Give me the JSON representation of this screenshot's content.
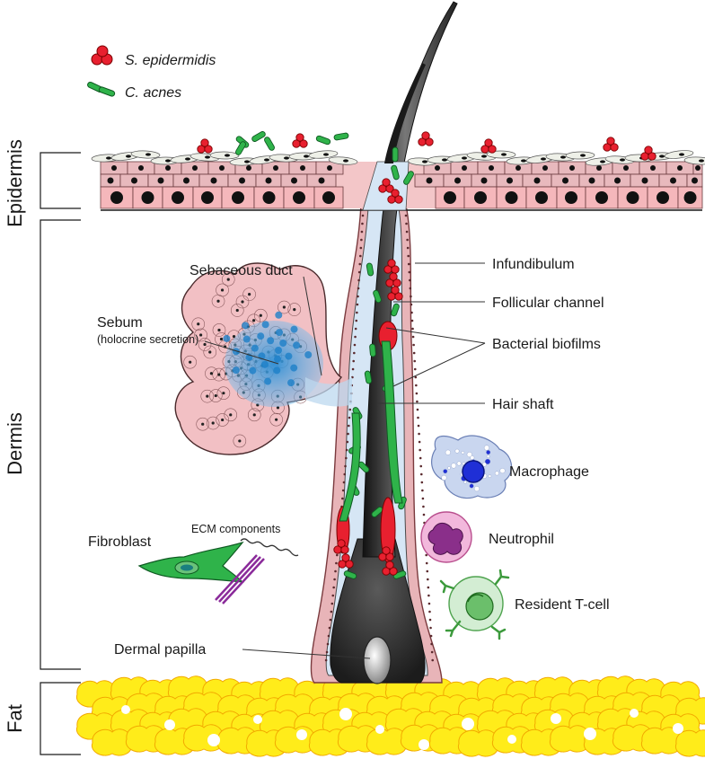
{
  "legend": {
    "s_epidermidis": "S. epidermidis",
    "c_acnes": "C. acnes"
  },
  "layers": {
    "epidermis": "Epidermis",
    "dermis": "Dermis",
    "fat": "Fat"
  },
  "labels": {
    "sebaceous_duct": "Sebaceous duct",
    "sebum": "Sebum",
    "holocrine": "(holocrine secretion)",
    "infundibulum": "Infundibulum",
    "follicular_channel": "Follicular channel",
    "bacterial_biofilms": "Bacterial biofilms",
    "hair_shaft": "Hair shaft",
    "macrophage": "Macrophage",
    "neutrophil": "Neutrophil",
    "resident_t_cell": "Resident T-cell",
    "fibroblast": "Fibroblast",
    "ecm_components": "ECM components",
    "dermal_papilla": "Dermal papilla"
  },
  "colors": {
    "s_epidermidis": "#e8202f",
    "c_acnes": "#2fb34a",
    "keratinocyte": "#f3c6c8",
    "follicle_sheath": "#e8b4b8",
    "follicular_channel": "#d6e6f5",
    "hair": "#3a3a3a",
    "sebum": "#2b8fd6",
    "fat": "#ffec1a",
    "macrophage": "#c9d6ef",
    "neutrophil": "#e48fc6",
    "t_cell": "#bfe6bf"
  }
}
